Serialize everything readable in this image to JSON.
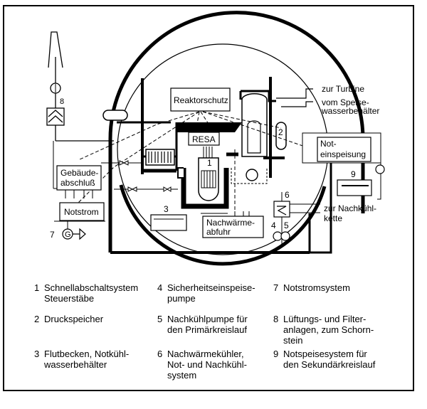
{
  "diagram": {
    "labels": {
      "reaktorschutz": "Reaktorschutz",
      "resa": "RESA",
      "gebaeudeabschluss_1": "Gebäude-",
      "gebaeudeabschluss_2": "abschluß",
      "notstrom": "Notstrom",
      "noteinspeisung_1": "Not-",
      "noteinspeisung_2": "einspeisung",
      "nachwaermeabfuhr_1": "Nachwärme-",
      "nachwaermeabfuhr_2": "abfuhr",
      "zur_turbine": "zur Turbine",
      "vom_speise_1": "vom Speise-",
      "vom_speise_2": "wasserbehälter",
      "zur_nachkuehl_1": "zur Nachkühl-",
      "zur_nachkuehl_2": "kette",
      "generator": "G"
    },
    "numbers": {
      "n1": "1",
      "n2": "2",
      "n3": "3",
      "n4": "4",
      "n5": "5",
      "n6": "6",
      "n7": "7",
      "n8": "8",
      "n9": "9"
    }
  },
  "legend": [
    {
      "num": "1",
      "text": "Schnellabschaltsystem\nSteuerstäbe"
    },
    {
      "num": "2",
      "text": "Druckspeicher"
    },
    {
      "num": "3",
      "text": "Flutbecken, Notkühl-\nwasserbehälter"
    },
    {
      "num": "4",
      "text": "Sicherheitseinspeise-\npumpe"
    },
    {
      "num": "5",
      "text": "Nachkühlpumpe für\nden Primärkreislauf"
    },
    {
      "num": "6",
      "text": "Nachwärmekühler,\nNot- und Nachkühl-\nsystem"
    },
    {
      "num": "7",
      "text": "Notstromsystem"
    },
    {
      "num": "8",
      "text": "Lüftungs- und Filter-\nanlagen, zum Schorn-\nstein"
    },
    {
      "num": "9",
      "text": "Notspeisesystem für\nden Sekundärkreislauf"
    }
  ]
}
